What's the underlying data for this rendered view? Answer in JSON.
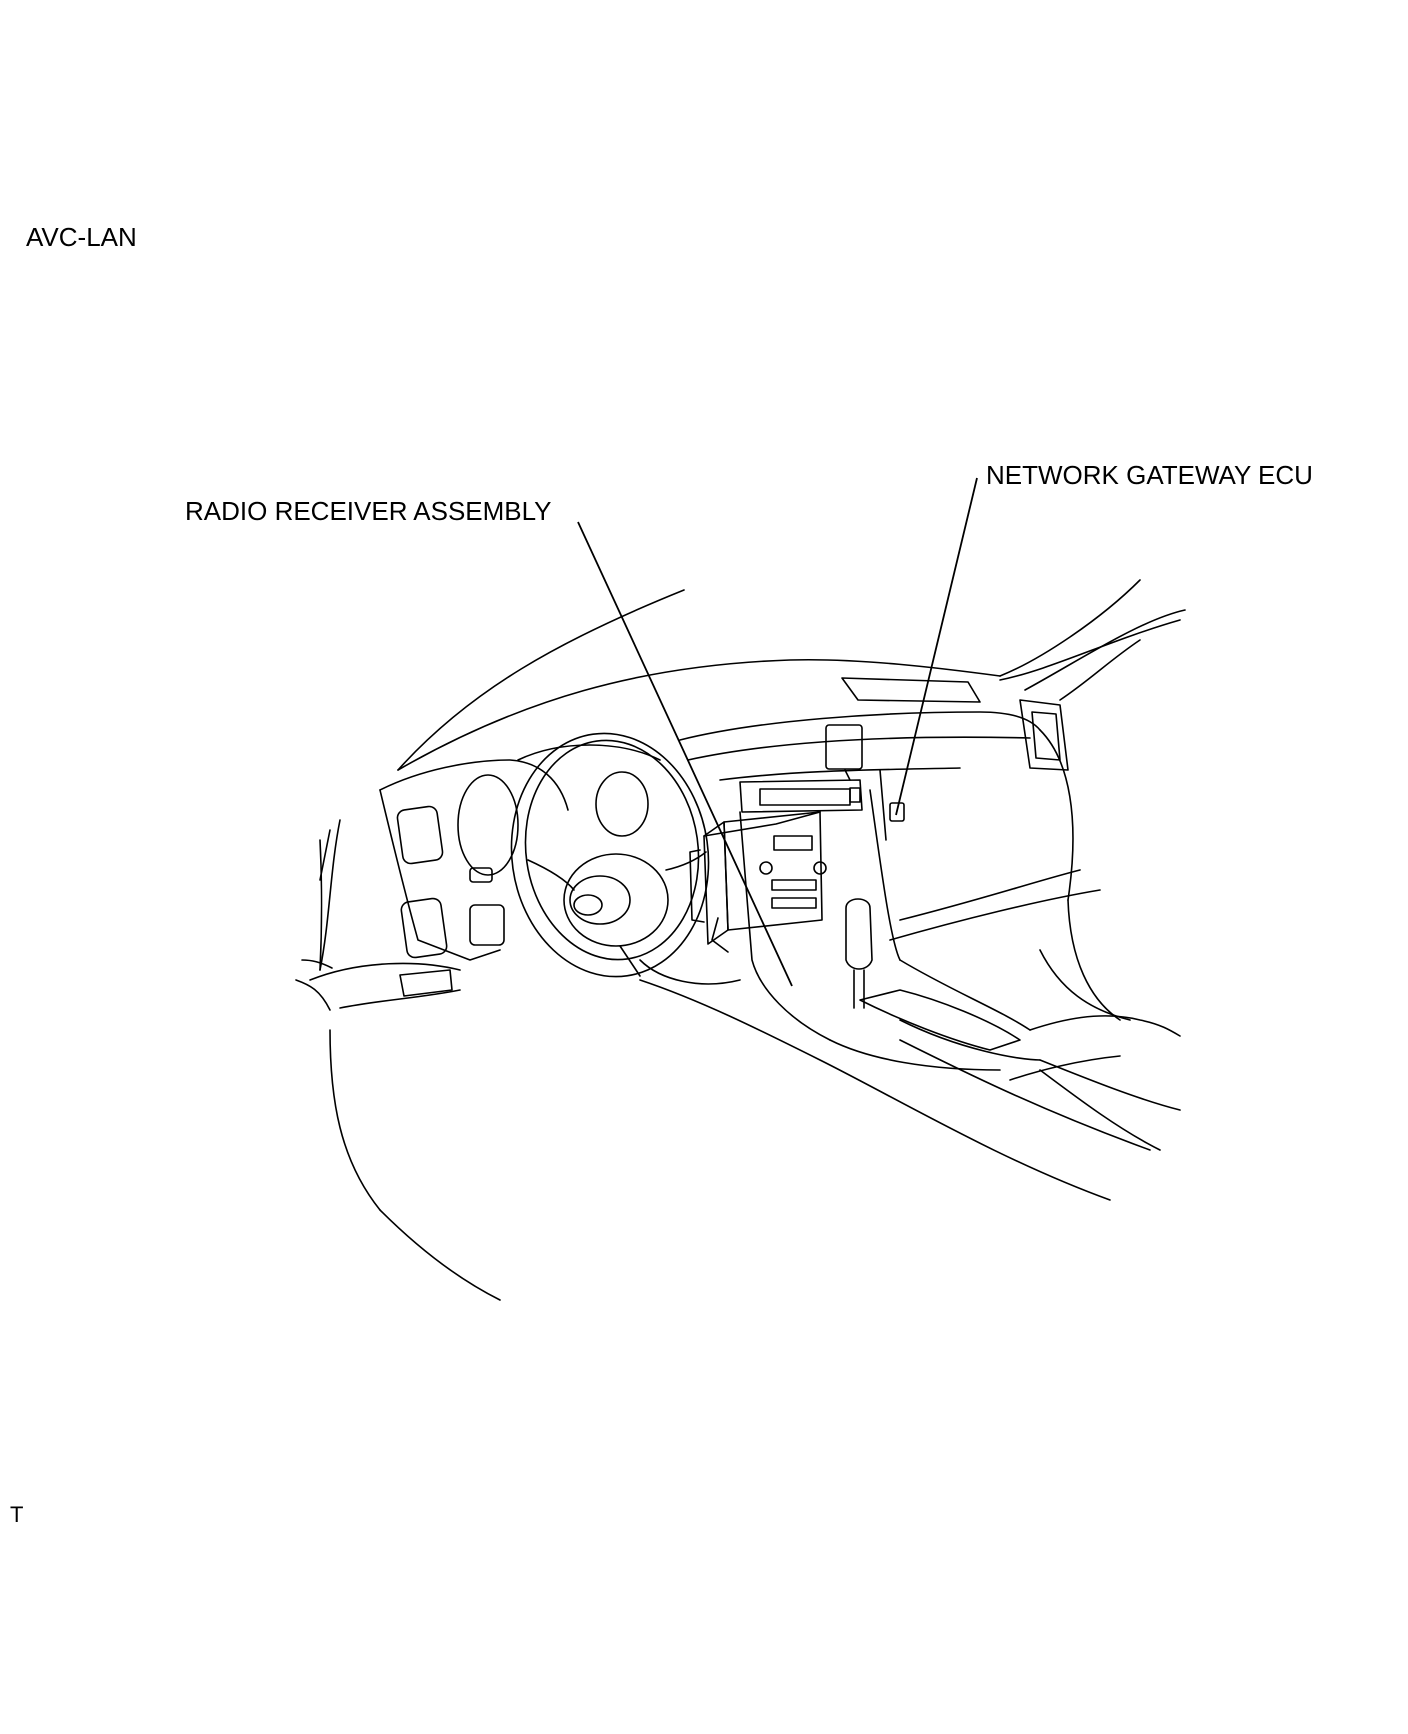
{
  "title": "AVC-LAN",
  "labels": {
    "radio_receiver": "RADIO RECEIVER ASSEMBLY",
    "network_gateway": "NETWORK GATEWAY ECU"
  },
  "footer": "T"
}
